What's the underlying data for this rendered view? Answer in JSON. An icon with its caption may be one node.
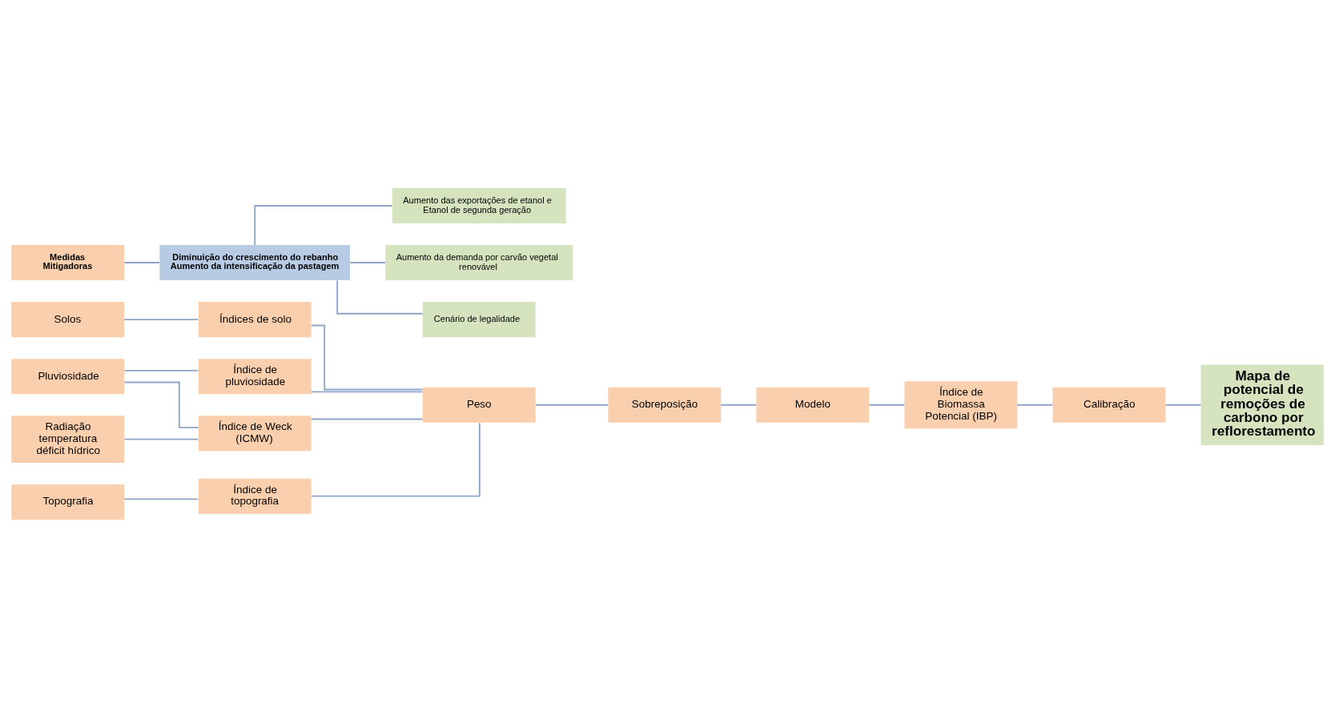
{
  "diagram": {
    "nodes": [
      {
        "text": [
          "Solos"
        ]
      },
      {
        "text": [
          "Índices de solo"
        ]
      },
      {
        "text": [
          "Pluviosidade"
        ]
      },
      {
        "text": [
          "Índice de pluviosidade"
        ]
      },
      {
        "text": [
          "Radiação temperatura déficit hídrico"
        ]
      },
      {
        "text": [
          "Índice de Weck (ICMW)"
        ]
      },
      {
        "text": [
          "Topografia"
        ]
      },
      {
        "text": [
          "Índice de topografia"
        ]
      },
      {
        "text": [
          "Peso"
        ]
      },
      {
        "text": [
          "Sobreposição"
        ]
      },
      {
        "text": [
          "Modelo"
        ]
      },
      {
        "text": [
          "Índice de Biomassa Potencial (IBP)"
        ]
      },
      {
        "text": [
          "Calibração"
        ]
      },
      {
        "text": [
          "Mapa de potencial de remoções de carbono por reflorestamento"
        ]
      },
      {
        "text": [
          "Medidas Mitigadoras"
        ]
      },
      {
        "text": [
          "Diminuição do crescimento do rebanho Aumento da intensificação da pastagem"
        ]
      },
      {
        "text": [
          "Aumento das exportações de etanol e Etanol de segunda geração"
        ]
      },
      {
        "text": [
          "Aumento da demanda por carvão vegetal renovável"
        ]
      },
      {
        "text": [
          "Cenário de legalidade"
        ]
      }
    ],
    "edges": [
      {
        "from": 0,
        "to": 1,
        "arrow": "none"
      },
      {
        "from": 2,
        "to": 3,
        "arrow": "none"
      },
      {
        "from": 2,
        "to": 5,
        "arrow": "none"
      },
      {
        "from": 4,
        "to": 5,
        "arrow": "none"
      },
      {
        "from": 6,
        "to": 7,
        "arrow": "none"
      },
      {
        "from": 1,
        "to": 8,
        "arrow": "none"
      },
      {
        "from": 3,
        "to": 8,
        "arrow": "none"
      },
      {
        "from": 5,
        "to": 8,
        "arrow": "none"
      },
      {
        "from": 7,
        "to": 8,
        "arrow": "none"
      },
      {
        "from": 8,
        "to": 9,
        "arrow": "none"
      },
      {
        "from": 9,
        "to": 10,
        "arrow": "none"
      },
      {
        "from": 10,
        "to": 11,
        "arrow": "none"
      },
      {
        "from": 11,
        "to": 12,
        "arrow": "none"
      },
      {
        "from": 12,
        "to": 13,
        "arrow": "none"
      },
      {
        "from": 14,
        "to": 15,
        "arrow": "none"
      },
      {
        "from": 15,
        "to": 16,
        "arrow": "none"
      },
      {
        "from": 15,
        "to": 17,
        "arrow": "none"
      },
      {
        "from": 15,
        "to": 18,
        "arrow": "none"
      }
    ]
  }
}
